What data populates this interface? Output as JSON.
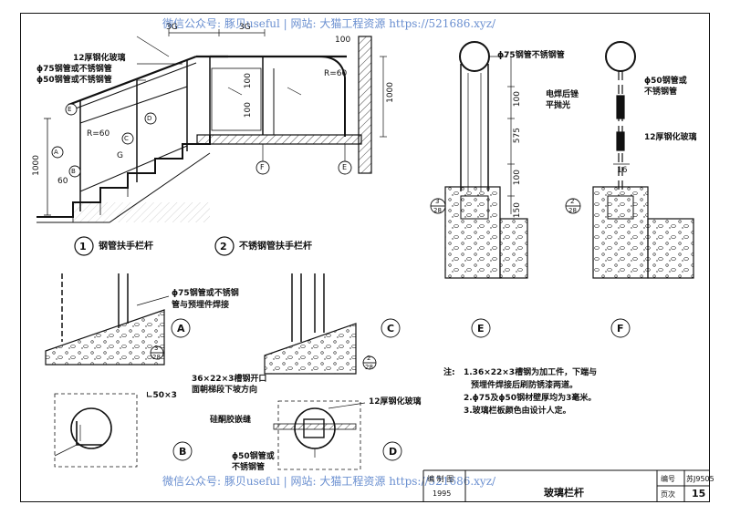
{
  "watermark": {
    "top": "微信公众号: 豚贝useful | 网站: 大猫工程资源 https://521686.xyz/",
    "bottom": "微信公众号: 豚贝useful | 网站: 大猫工程资源 https://521686.xyz/"
  },
  "detail1": {
    "labels": [
      "12厚钢化玻璃",
      "ϕ75钢管或不锈钢管",
      "ϕ50钢管或不锈钢管"
    ],
    "title_num": "1",
    "title": "钢管扶手栏杆",
    "dims": {
      "w1": "3G",
      "w2": "3G",
      "r": "R=60",
      "g": "G",
      "h1000": "1000",
      "h60": "60",
      "h100": "100"
    },
    "callouts": [
      "E",
      "D",
      "A",
      "C",
      "B"
    ]
  },
  "detail2": {
    "title_num": "2",
    "title": "不锈钢管扶手栏杆",
    "dims": {
      "h100": "100",
      "r": "R=60",
      "h1000": "1000",
      "v1": "100",
      "v2": "100"
    },
    "callouts": [
      "F",
      "E"
    ]
  },
  "sectionE": {
    "label_top": "ϕ75钢管不锈钢管",
    "dims": [
      "100",
      "575",
      "100",
      "150"
    ],
    "ref_num": "3",
    "ref_den": "28",
    "title": "E"
  },
  "sectionF": {
    "labels": [
      "ϕ50钢管或",
      "不锈钢管",
      "电焊后锉",
      "平抛光",
      "12厚钢化玻璃"
    ],
    "dims": [
      "16"
    ],
    "ref_num": "2",
    "ref_den": "28",
    "title": "F"
  },
  "detailA": {
    "labels": [
      "ϕ75钢管或不锈钢",
      "管与预埋件焊接"
    ],
    "ref_num": "3",
    "ref_den": "28",
    "title": "A"
  },
  "detailC": {
    "ref_num": "2",
    "ref_den": "28",
    "title": "C"
  },
  "detailB": {
    "labels": [
      "∟50×3",
      "36×22×3槽钢开口",
      "面朝梯段下坡方向",
      "硅酮胶嵌缝"
    ],
    "title": "B"
  },
  "detailD": {
    "labels": [
      "12厚钢化玻璃",
      "ϕ50钢管或",
      "不锈钢管"
    ],
    "title": "D"
  },
  "notes": {
    "heading": "注:",
    "items": [
      "1.36×22×3槽钢为加工件，下端与",
      "预埋件焊接后刷防锈漆两道。",
      "2.ϕ75及ϕ50钢材壁厚均为3毫米。",
      "3.玻璃栏板颜色由设计人定。"
    ]
  },
  "titleblock": {
    "year_label": "编 制 图",
    "year": "1995",
    "title": "玻璃栏杆",
    "code_label": "编号",
    "code": "苏J9505",
    "page_label": "页次",
    "page": "15"
  }
}
